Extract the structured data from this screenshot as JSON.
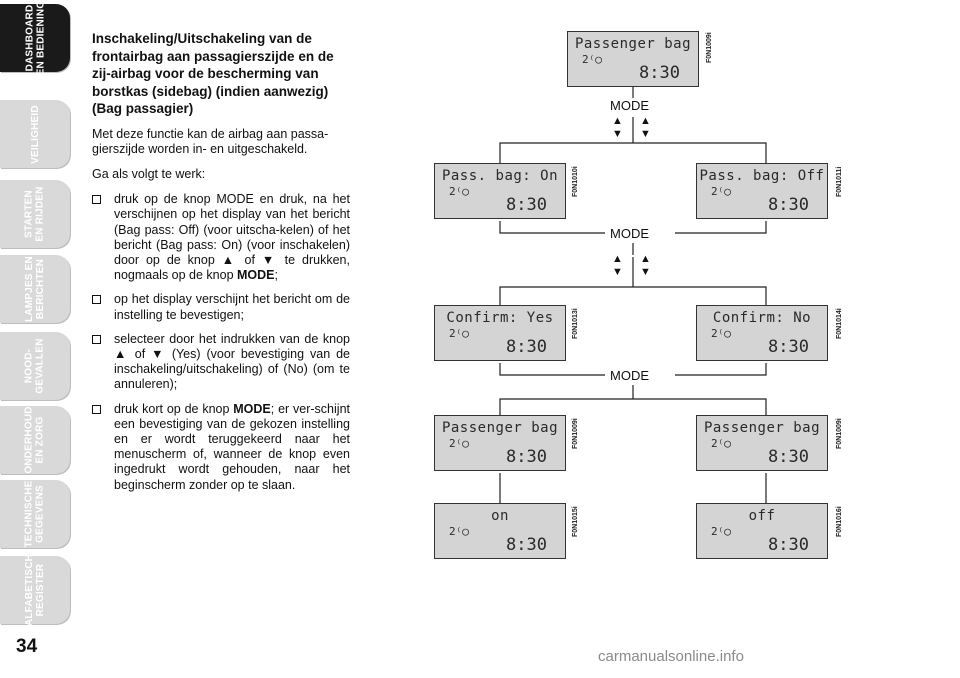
{
  "tabs": [
    {
      "label": "DASHBOARD\nEN BEDIENING",
      "active": true
    },
    {
      "label": "VEILIGHEID",
      "active": false
    },
    {
      "label": "STARTEN\nEN RIJDEN",
      "active": false
    },
    {
      "label": "LAMPJES EN\nBERICHTEN",
      "active": false
    },
    {
      "label": "NOOD-\nGEVALLEN",
      "active": false
    },
    {
      "label": "ONDERHOUD\nEN ZORG",
      "active": false
    },
    {
      "label": "TECHNISCHE\nGEGEVENS",
      "active": false
    },
    {
      "label": "ALFABETISCH\nREGISTER",
      "active": false
    }
  ],
  "page_number": "34",
  "heading": "Inschakeling/Uitschakeling van de frontairbag aan passagierszijde en de zij-airbag voor de bescherming van borstkas (sidebag) (indien aanwezig) (Bag passagier)",
  "intro": "Met deze functie kan de airbag aan passa-gierszijde worden in- en uitgeschakeld.",
  "steps_intro": "Ga als volgt te werk:",
  "steps": [
    {
      "pre": "druk op de knop MODE en druk, na het verschijnen op het display van het bericht (Bag pass: Off) (voor uitscha-kelen) of het bericht (Bag pass: On) (voor inschakelen) door op de knop ▲ of ▼ te drukken, nogmaals op de knop ",
      "strong": "MODE",
      "post": ";"
    },
    {
      "pre": "op het display verschijnt het bericht om de instelling te bevestigen;",
      "strong": "",
      "post": ""
    },
    {
      "pre": "selecteer door het indrukken van de knop ▲ of ▼ (Yes) (voor bevestiging van de inschakeling/uitschakeling) of (No) (om te annuleren);",
      "strong": "",
      "post": ""
    },
    {
      "pre": "druk kort op de knop ",
      "strong": "MODE",
      "post": "; er ver-schijnt een bevestiging van de gekozen instelling en er wordt teruggekeerd naar het menuscherm of, wanneer de knop even ingedrukt wordt gehouden, naar het beginscherm zonder op te slaan."
    }
  ],
  "diagram": {
    "mode_label": "MODE",
    "arrow_up": "▲",
    "arrow_down": "▼",
    "screens": {
      "top": {
        "text": "Passenger bag",
        "icon": "2⁽◯",
        "time": "8:30",
        "code": "F0N1009i"
      },
      "pass_on": {
        "text": "Pass. bag: On",
        "icon": "2⁽◯",
        "time": "8:30",
        "code": "F0N1010i"
      },
      "pass_off": {
        "text": "Pass. bag: Off",
        "icon": "2⁽◯",
        "time": "8:30",
        "code": "F0N1011i"
      },
      "confirm_yes": {
        "text": "Confirm: Yes",
        "icon": "2⁽◯",
        "time": "8:30",
        "code": "F0N1013i"
      },
      "confirm_no": {
        "text": "Confirm: No",
        "icon": "2⁽◯",
        "time": "8:30",
        "code": "F0N1014i"
      },
      "bag_left": {
        "text": "Passenger bag",
        "icon": "2⁽◯",
        "time": "8:30",
        "code": "F0N1009i"
      },
      "bag_right": {
        "text": "Passenger bag",
        "icon": "2⁽◯",
        "time": "8:30",
        "code": "F0N1009i"
      },
      "on": {
        "text": "on",
        "icon": "2⁽◯",
        "time": "8:30",
        "code": "F0N1015i"
      },
      "off": {
        "text": "off",
        "icon": "2⁽◯",
        "time": "8:30",
        "code": "F0N1016i"
      }
    }
  },
  "watermark": "carmanualsonline.info"
}
